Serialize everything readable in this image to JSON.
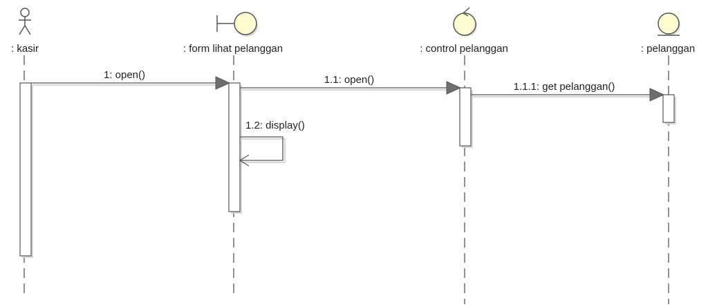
{
  "diagram": {
    "participants": [
      {
        "id": "kasir",
        "label": ": kasir",
        "kind": "actor"
      },
      {
        "id": "form",
        "label": ": form lihat pelanggan",
        "kind": "boundary"
      },
      {
        "id": "control",
        "label": ": control pelanggan",
        "kind": "control"
      },
      {
        "id": "entity",
        "label": ": pelanggan",
        "kind": "entity"
      }
    ],
    "messages": [
      {
        "id": "m1",
        "label": "1: open()",
        "from": "kasir",
        "to": "form"
      },
      {
        "id": "m2",
        "label": "1.1: open()",
        "from": "form",
        "to": "control"
      },
      {
        "id": "m3",
        "label": "1.1.1: get pelanggan()",
        "from": "control",
        "to": "entity"
      },
      {
        "id": "m4",
        "label": "1.2: display()",
        "from": "form",
        "to": "form"
      }
    ]
  },
  "colors": {
    "line": "#555555",
    "icon_fill": "#fffcd0",
    "arrow_head": "#6e6e6e",
    "shadow": "#d6d6d6"
  }
}
